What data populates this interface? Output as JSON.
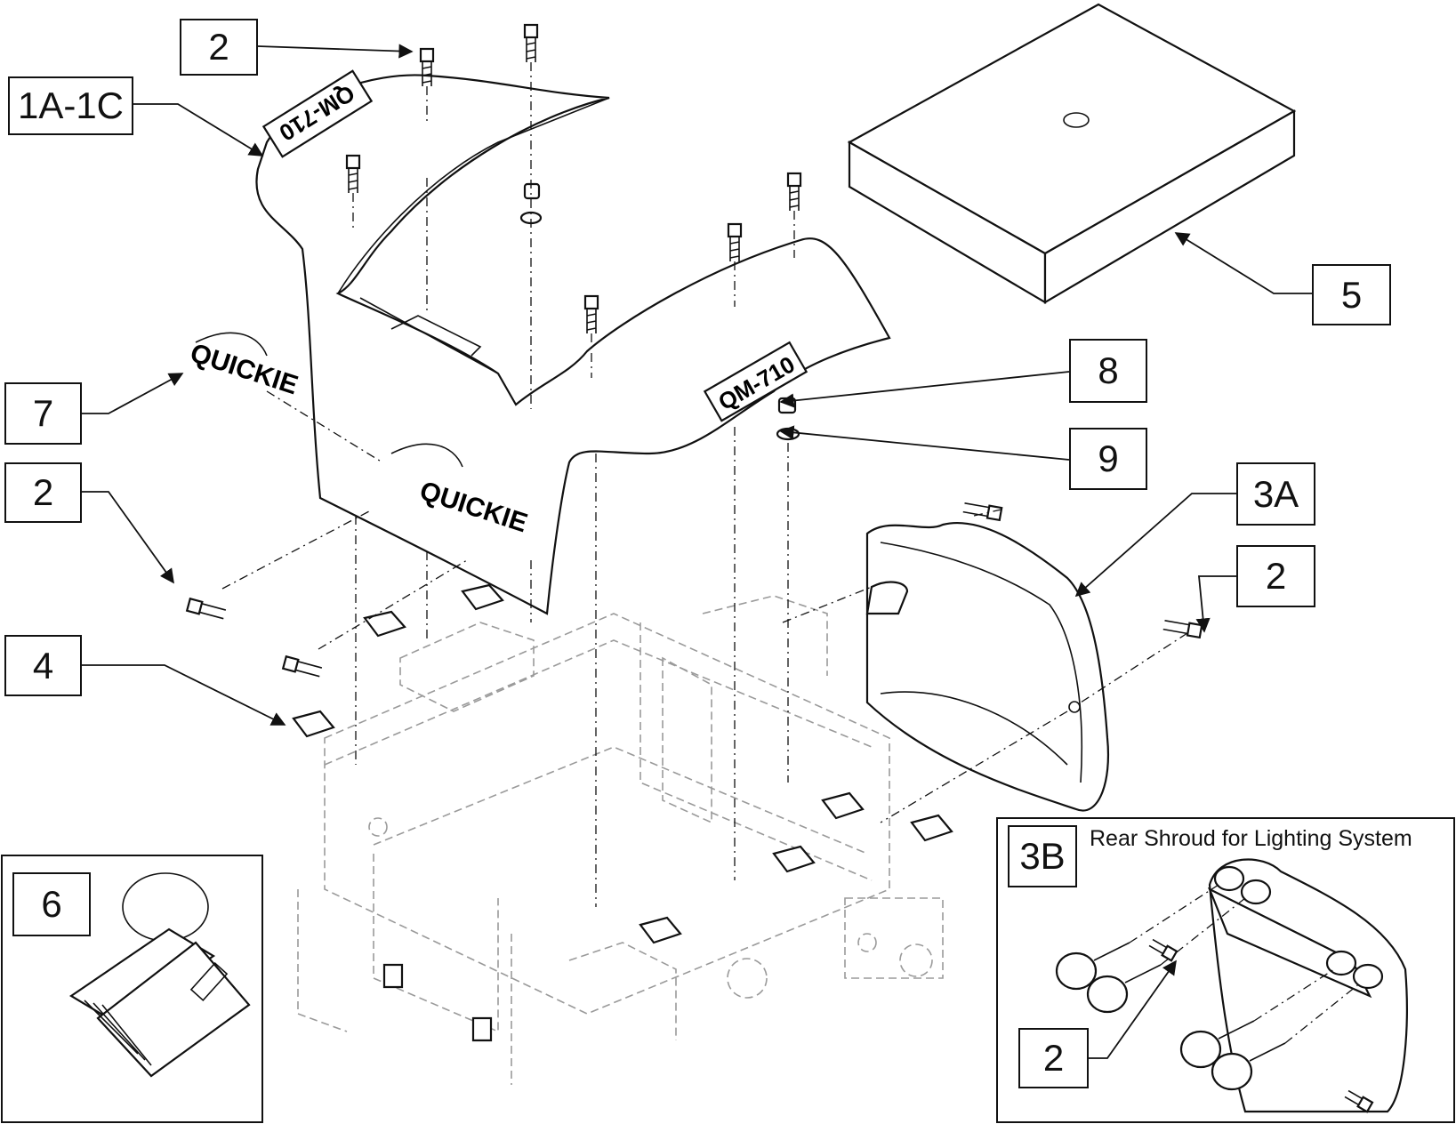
{
  "callouts": [
    {
      "id": "c-2-top",
      "label": "2"
    },
    {
      "id": "c-1a-1c",
      "label": "1A-1C"
    },
    {
      "id": "c-5",
      "label": "5"
    },
    {
      "id": "c-7",
      "label": "7"
    },
    {
      "id": "c-8",
      "label": "8"
    },
    {
      "id": "c-9",
      "label": "9"
    },
    {
      "id": "c-2-left",
      "label": "2"
    },
    {
      "id": "c-3a",
      "label": "3A"
    },
    {
      "id": "c-2-right",
      "label": "2"
    },
    {
      "id": "c-4",
      "label": "4"
    },
    {
      "id": "c-6",
      "label": "6"
    },
    {
      "id": "c-3b",
      "label": "3B"
    },
    {
      "id": "c-2-inset",
      "label": "2"
    }
  ],
  "inset": {
    "title": "Rear Shroud for Lighting System"
  },
  "decals": {
    "model": "QM-710",
    "brand": "QUICKIE"
  },
  "colors": {
    "ink": "#111111",
    "frame": "#9a9a9a",
    "background": "#ffffff"
  }
}
